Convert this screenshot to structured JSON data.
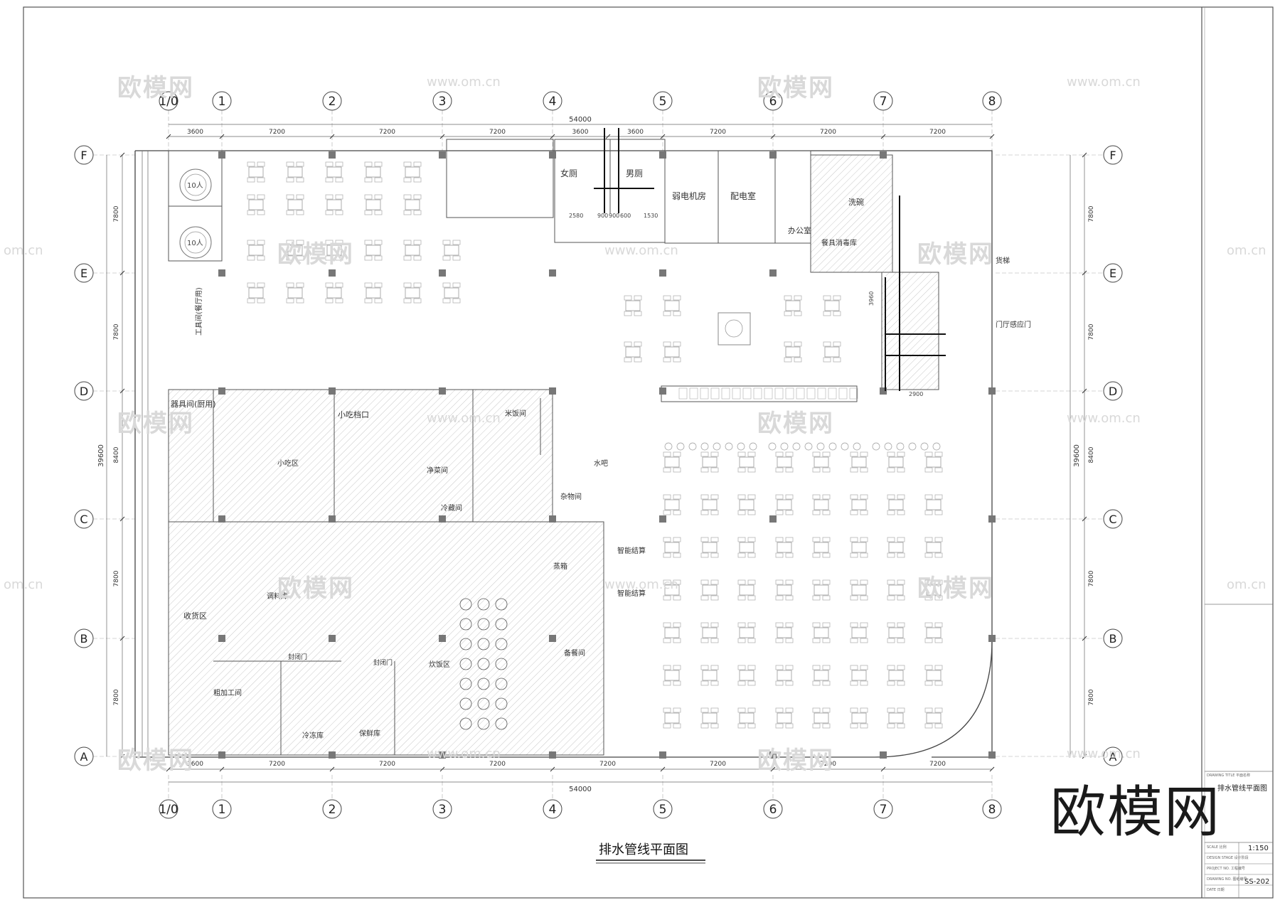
{
  "drawing": {
    "title": "排水管线平面图",
    "total_dim": "54000",
    "side_dim": "39600",
    "col_labels": [
      "1/0",
      "1",
      "2",
      "3",
      "4",
      "5",
      "6",
      "7",
      "8"
    ],
    "row_labels": [
      "F",
      "E",
      "D",
      "C",
      "B",
      "A"
    ],
    "top_spacings": [
      "3600",
      "7200",
      "7200",
      "7200",
      "3600",
      "3600",
      "7200",
      "7200",
      "7200"
    ],
    "bottom_spacings": [
      "3600",
      "7200",
      "7200",
      "7200",
      "7200",
      "7200",
      "7200",
      "7200"
    ],
    "side_spacings": [
      "7800",
      "7800",
      "8400",
      "7800",
      "7800"
    ],
    "small_dims": [
      "2580",
      "900",
      "900",
      "600",
      "1530",
      "2900",
      "3960"
    ]
  },
  "rooms": {
    "women_wc": "女厕",
    "men_wc": "男厕",
    "weak_room": "弱电机房",
    "power_room": "配电室",
    "office": "办公室",
    "wash": "洗碗",
    "disinfect": "餐具消毒库",
    "lift": "货梯",
    "door_hall": "门厅感应门",
    "tool_room": "工具间(餐厅用)",
    "utensil_room": "器具间(厨用)",
    "snack_window": "小吃档口",
    "snack_area": "小吃区",
    "rice_room": "米饭间",
    "rinse": "净菜间",
    "cold_room": "冷藏间",
    "waterbar": "水吧",
    "sundry": "杂物间",
    "smart_checkout": "智能结算",
    "receiving": "收货区",
    "seasoning": "调料库",
    "stir_fry": "炊饭区",
    "rough_proc": "粗加工间",
    "cold_store": "冷冻库",
    "chill": "保鲜库",
    "serve": "备餐间",
    "seal_door": "封闭门",
    "steam": "蒸箱",
    "ten": "10人"
  },
  "watermarks": {
    "brand": "欧模网",
    "url": "www.om.cn",
    "url_short": "om.cn"
  },
  "title_block": {
    "sheet_title": "排水管线平面图",
    "project_caption": "DRAWING TITLE 平面名称",
    "scale_caption": "SCALE 比例",
    "design_caption": "DESIGN STAGE 设计阶段",
    "project_no_caption": "PROJECT NO. 工程编号",
    "drawing_no_caption": "DRAWING NO. 图纸编号",
    "date_caption": "DATE 日期",
    "scale": "1:150",
    "drawing_no": "SS-202"
  }
}
